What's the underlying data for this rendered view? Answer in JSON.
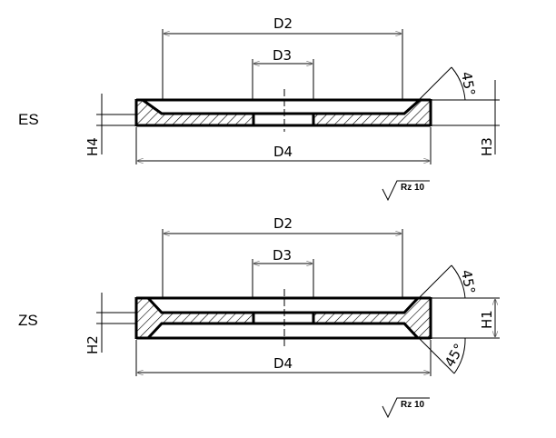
{
  "views": [
    {
      "name": "ES",
      "dims": {
        "d2": "D2",
        "d3": "D3",
        "d4": "D4",
        "h_left": "H4",
        "h_right": "H3",
        "angle_top": "45°"
      },
      "surface": "Rz 10"
    },
    {
      "name": "ZS",
      "dims": {
        "d2": "D2",
        "d3": "D3",
        "d4": "D4",
        "h_left": "H2",
        "h_right": "H1",
        "angle_top": "45°",
        "angle_bottom": "45°"
      },
      "surface": "Rz 10"
    }
  ]
}
